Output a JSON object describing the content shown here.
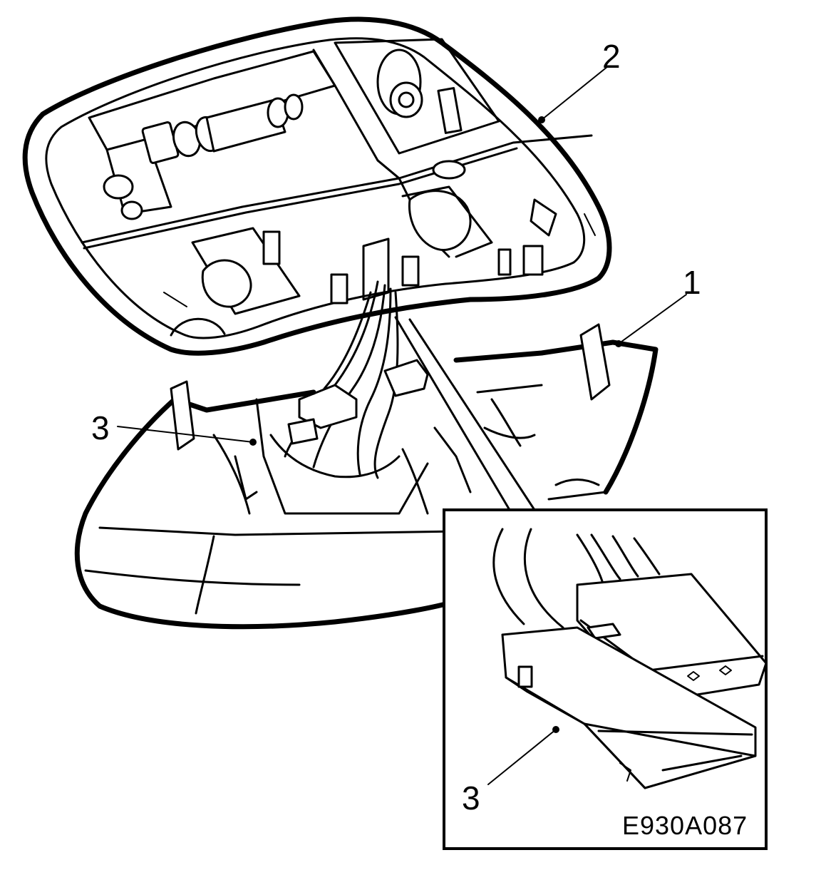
{
  "callouts": {
    "c1": "1",
    "c2": "2",
    "c3_main": "3",
    "c3_detail": "3"
  },
  "figure_code": "E930A087"
}
